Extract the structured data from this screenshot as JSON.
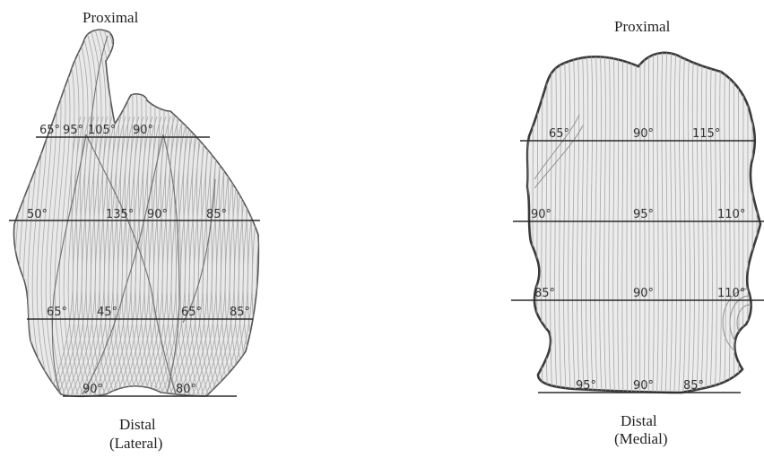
{
  "lateral": {
    "top_label": "Proximal",
    "bottom_label_1": "Distal",
    "bottom_label_2": "(Lateral)",
    "rows": [
      [
        "65°",
        "95°",
        "105°",
        "90°"
      ],
      [
        "50°",
        "135°",
        "90°",
        "85°"
      ],
      [
        "65°",
        "45°",
        "65°",
        "85°"
      ],
      [
        "90°",
        "80°"
      ]
    ]
  },
  "medial": {
    "top_label": "Proximal",
    "bottom_label_1": "Distal",
    "bottom_label_2": "(Medial)",
    "rows": [
      [
        "65°",
        "90°",
        "115°"
      ],
      [
        "90°",
        "95°",
        "110°"
      ],
      [
        "85°",
        "90°",
        "110°"
      ],
      [
        "95°",
        "90°",
        "85°"
      ]
    ]
  },
  "colors": {
    "outline": "#555555",
    "fill": "#e8e8e8",
    "fiber": "#a9a9a9",
    "line": "#2a2a2a"
  }
}
